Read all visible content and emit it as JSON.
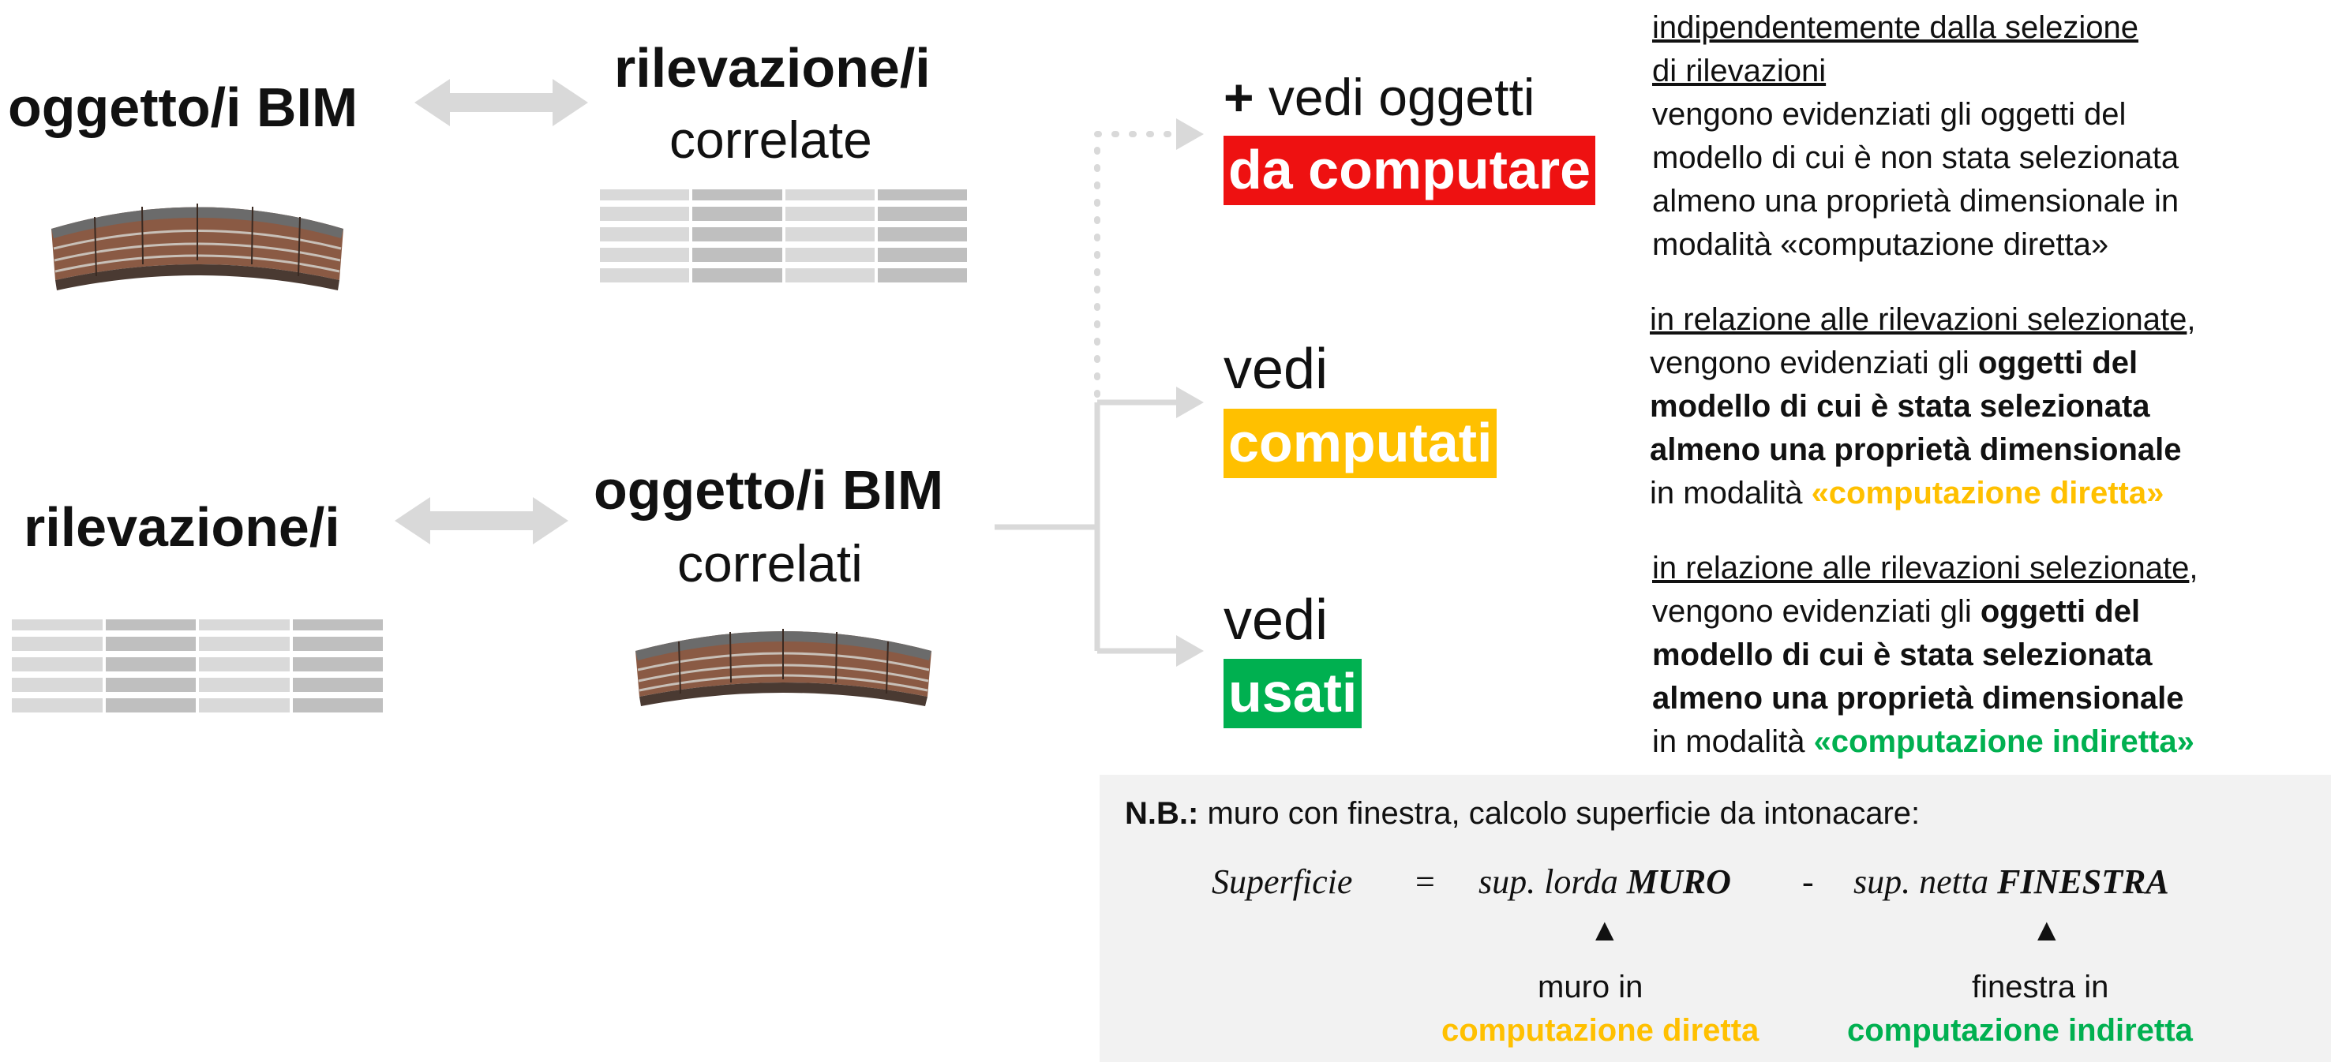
{
  "left_top": {
    "object_label": "oggetto/i BIM",
    "related_title": "rilevazione/i",
    "related_sub": "correlate"
  },
  "left_bottom": {
    "survey_label": "rilevazione/i",
    "related_title": "oggetto/i BIM",
    "related_sub": "correlati"
  },
  "options": {
    "compute": {
      "prefix": "+",
      "line1": "vedi oggetti",
      "tag": "da computare",
      "color": "#ee1111"
    },
    "computed": {
      "line1": "vedi",
      "tag": "computati",
      "color": "#ffc000"
    },
    "used": {
      "line1": "vedi",
      "tag": "usati",
      "color": "#00b050"
    }
  },
  "desc": {
    "compute": {
      "u1": "indipendentemente dalla selezione",
      "u2": "di rilevazioni",
      "l3": "vengono evidenziati gli oggetti del",
      "l4": "modello di cui è non stata selezionata",
      "l5": "almeno una proprietà dimensionale in",
      "l6": "modalità «computazione diretta»"
    },
    "computed": {
      "u1": "in relazione alle rilevazioni selezionate",
      "comma": ",",
      "l2a": "vengono evidenziati gli ",
      "l2b": "oggetti del",
      "l3": "modello di cui è stata selezionata",
      "l4": "almeno una proprietà dimensionale",
      "l5a": "in modalità ",
      "l5b": "«computazione diretta»"
    },
    "used": {
      "u1": "in relazione alle rilevazioni selezionate",
      "comma": ",",
      "l2a": "vengono evidenziati gli ",
      "l2b": "oggetti del",
      "l3": "modello di cui è stata selezionata",
      "l4": "almeno una proprietà dimensionale",
      "l5a": "in modalità ",
      "l5b": "«computazione indiretta»"
    }
  },
  "note": {
    "label": "N.B.:",
    "text": " muro con finestra, calcolo superficie da intonacare:",
    "formula": {
      "lhs": "Superficie",
      "eq": "=",
      "t1_prefix": "sup. lorda ",
      "t1_bold": "MURO",
      "minus": "-",
      "t2_prefix": "sup. netta ",
      "t2_bold": "FINESTRA"
    },
    "arrow": "▲",
    "wall_line1": "muro in",
    "wall_line2": "computazione diretta",
    "window_line1": "finestra in",
    "window_line2": "computazione indiretta"
  }
}
